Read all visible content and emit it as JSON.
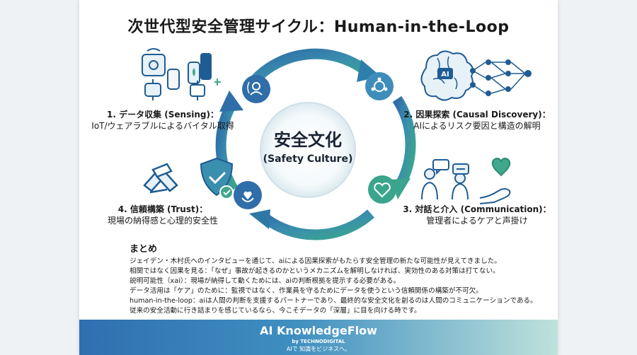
{
  "title": "次世代型安全管理サイクル：Human-in-the-Loop",
  "center": {
    "main": "安全文化",
    "sub": "(Safety Culture)"
  },
  "stages": [
    {
      "head": "1. データ収集 (Sensing)：",
      "desc": "IoT/ウェアラブルによるバイタル取得"
    },
    {
      "head": "2. 因果探索 (Causal Discovery)：",
      "desc": "AIによるリスク要因と構造の解明"
    },
    {
      "head": "3. 対話と介入 (Communication)：",
      "desc": "管理者によるケアと声掛け"
    },
    {
      "head": "4. 信頼構築 (Trust)：",
      "desc": "現場の納得感と心理的安全性"
    }
  ],
  "ai_chip_label": "AI",
  "summary": {
    "title": "まとめ",
    "lines": [
      "ジェイデン・木村氏へのインタビューを通じて、aiによる因果探索がもたらす安全管理の新たな可能性が見えてきました。",
      "相関ではなく因果を見る：「なぜ」事故が起きるのかというメカニズムを解明しなければ、実効性のある対策は打てない。",
      "説明可能性（xai）：現場が納得して動くためには、aiの判断根拠を提示する必要がある。",
      "データ活用は「ケア」のために：監視ではなく、作業員を守るためにデータを使うという信頼関係の構築が不可欠。",
      "human-in-the-loop：aiは人間の判断を支援するパートナーであり、最終的な安全文化を創るのは人間のコミュニケーションである。",
      "従来の安全活動に行き詰まりを感じているなら、今こそデータの「深層」に目を向ける時です。"
    ]
  },
  "footer": {
    "brand": "AI KnowledgeFlow",
    "by": "by TECHNODIGITAL",
    "tagline": "AIで 知識をビジネスへ。"
  },
  "colors": {
    "ring_blue": "#2f6ea8",
    "ring_teal": "#3aa58c",
    "icon_blue": "#1f5c94",
    "icon_teal": "#3fa88c"
  }
}
